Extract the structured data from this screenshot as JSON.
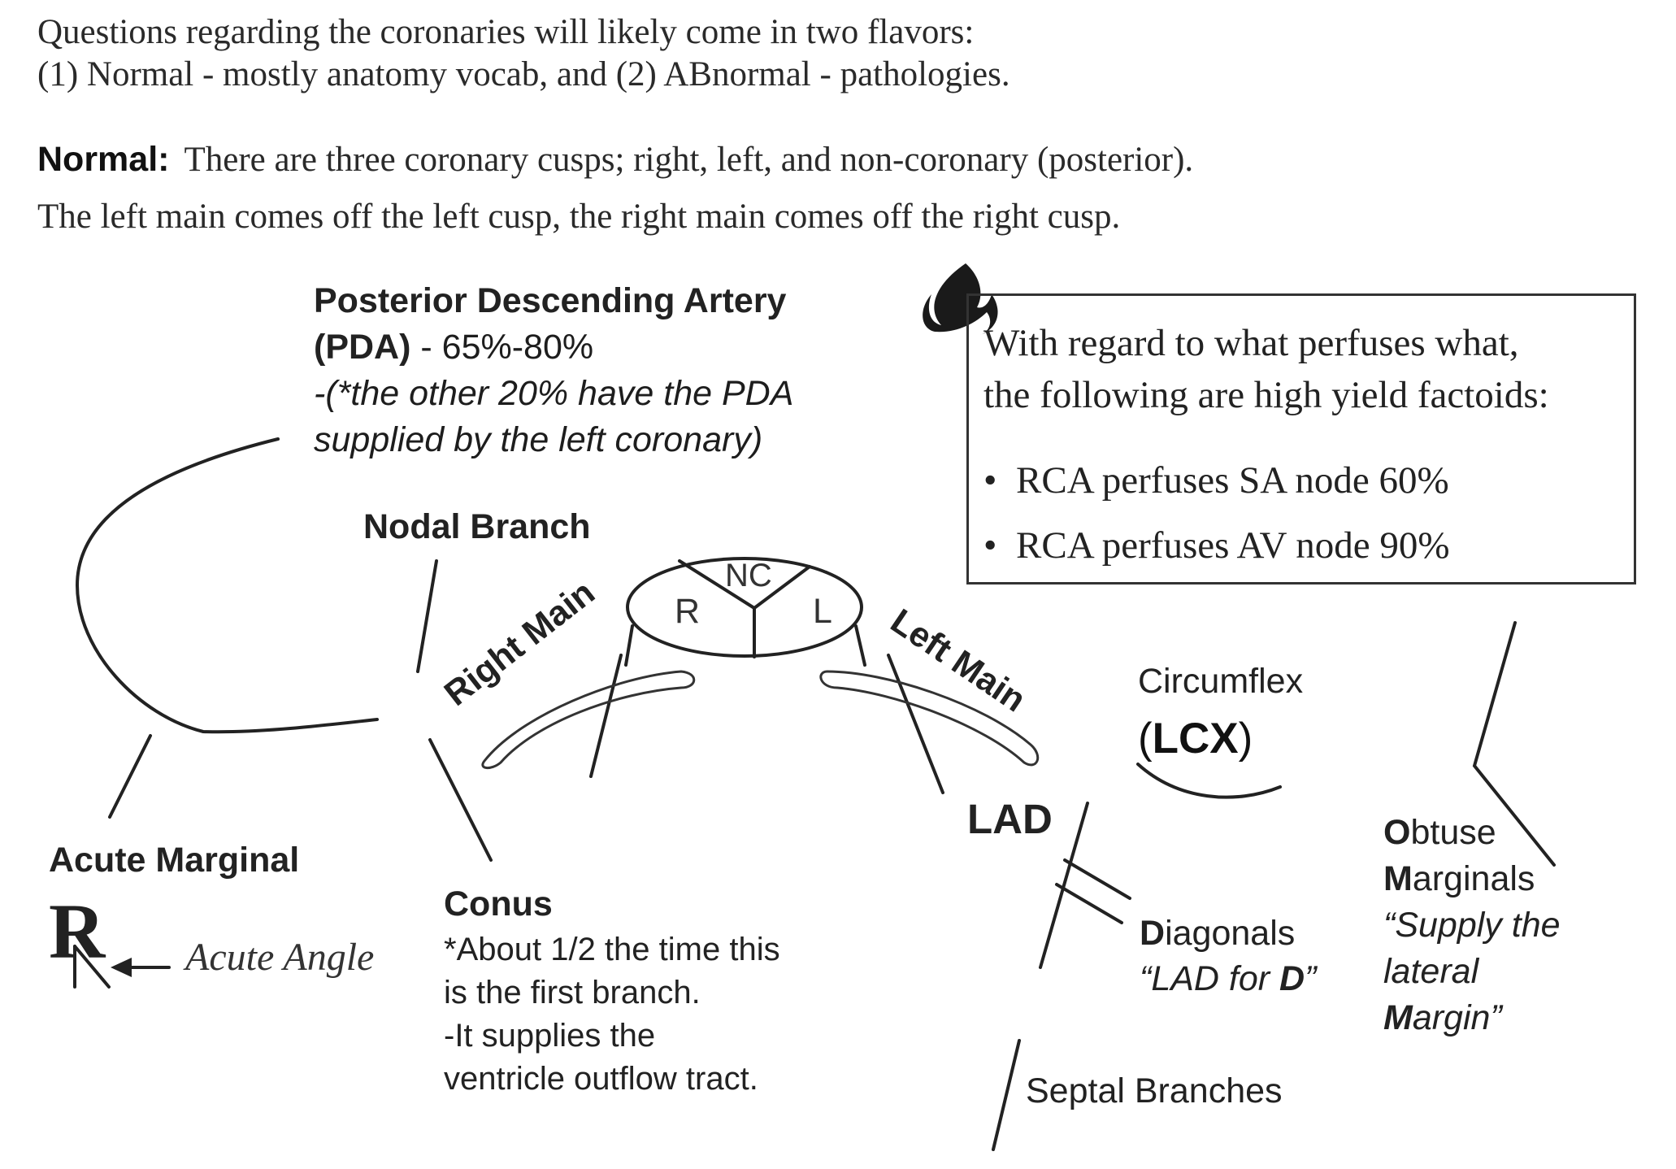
{
  "intro": {
    "line1": "Questions regarding the coronaries will likely come in two flavors:",
    "line2": "(1) Normal - mostly anatomy vocab, and (2) ABnormal - pathologies."
  },
  "normal": {
    "heading": "Normal:",
    "line1": "There are three coronary cusps; right, left, and non-coronary (posterior).",
    "line2": "The left main comes off the left cusp, the right main comes off the right cusp."
  },
  "diagram": {
    "pda": {
      "title": "Posterior Descending Artery",
      "abbr": "(PDA)",
      "pct": " - 65%-80%",
      "note1": "-(*the other 20% have the PDA",
      "note2": "supplied by the left coronary)"
    },
    "nodal": "Nodal Branch",
    "acute_marginal": "Acute Marginal",
    "acute_letter": "R",
    "acute_angle": "Acute Angle",
    "conus": {
      "title": "Conus",
      "line1": "*About 1/2 the time this",
      "line2": "is the first branch.",
      "line3": "-It supplies the",
      "line4": "ventricle outflow tract."
    },
    "right_main": "Right Main",
    "left_main": "Left Main",
    "cusps": {
      "nc": "NC",
      "r": "R",
      "l": "L"
    },
    "lad": "LAD",
    "circumflex": "Circumflex",
    "lcx_open": "(",
    "lcx": "LCX",
    "lcx_close": ")",
    "diagonals": {
      "first": "D",
      "rest": "iagonals",
      "quote_a": "“LAD for ",
      "quote_d": "D",
      "quote_b": "”"
    },
    "obtuse": {
      "o": "O",
      "o_rest": "btuse",
      "m": "M",
      "m_rest": "arginals",
      "q1": "“Supply the",
      "q2": "lateral",
      "q3m": "M",
      "q3rest": "argin”"
    },
    "septal": "Septal Branches"
  },
  "callout": {
    "icon": "fire-icon",
    "line1": "With regard to what perfuses what,",
    "line2": "the following are high yield factoids:",
    "bullets": [
      "RCA perfuses SA node 60%",
      "RCA perfuses AV node 90%"
    ],
    "bullet_char": "•"
  },
  "colors": {
    "ink": "#1d1d1d",
    "line": "#222222"
  }
}
